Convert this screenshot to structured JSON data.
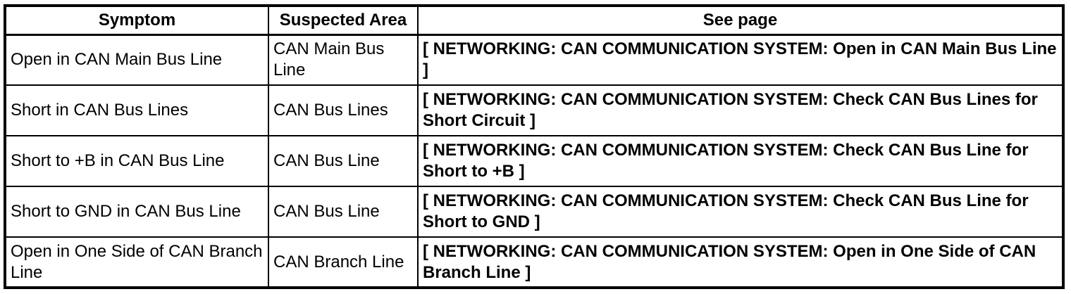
{
  "colors": {
    "border": "#000000",
    "text": "#000000",
    "background": "#ffffff"
  },
  "table": {
    "headers": {
      "symptom": "Symptom",
      "suspected_area": "Suspected Area",
      "see_page": "See page"
    },
    "rows": [
      {
        "symptom": "Open in CAN Main Bus Line",
        "suspected_area": "CAN Main Bus Line",
        "see_page": "[ NETWORKING: CAN COMMUNICATION SYSTEM: Open in CAN Main Bus Line ]"
      },
      {
        "symptom": "Short in CAN Bus Lines",
        "suspected_area": "CAN Bus Lines",
        "see_page": "[ NETWORKING: CAN COMMUNICATION SYSTEM: Check CAN Bus Lines for Short Circuit ]"
      },
      {
        "symptom": "Short to +B in CAN Bus Line",
        "suspected_area": "CAN Bus Line",
        "see_page": "[ NETWORKING: CAN COMMUNICATION SYSTEM: Check CAN Bus Line for Short to +B ]"
      },
      {
        "symptom": "Short to GND in CAN Bus Line",
        "suspected_area": "CAN Bus Line",
        "see_page": "[ NETWORKING: CAN COMMUNICATION SYSTEM: Check CAN Bus Line for Short to GND ]"
      },
      {
        "symptom": "Open in One Side of CAN Branch Line",
        "suspected_area": "CAN Branch Line",
        "see_page": "[ NETWORKING: CAN COMMUNICATION SYSTEM: Open in One Side of CAN Branch Line ]"
      }
    ]
  }
}
